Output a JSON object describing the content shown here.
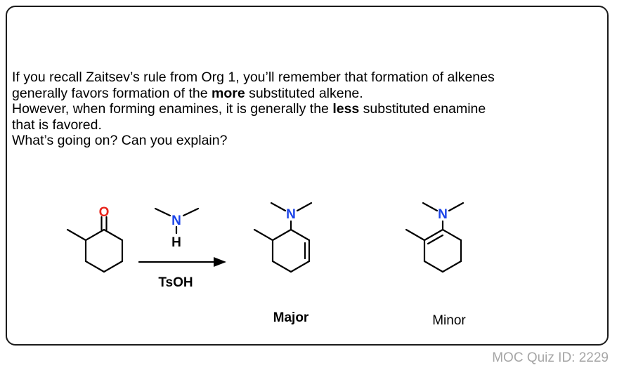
{
  "question": {
    "line1": "If you recall Zaitsev’s rule from Org 1, you’ll remember that formation of alkenes",
    "line2_pre": "generally favors formation of the ",
    "line2_bold": "more",
    "line2_post": " substituted alkene.",
    "line3_pre": "However, when forming enamines, it is generally the ",
    "line3_bold": "less",
    "line3_post": " substituted enamine",
    "line4": "that is favored.",
    "line5": "What’s going on? Can you explain?"
  },
  "scheme": {
    "atoms": {
      "oxygen": "O",
      "nitrogen": "N",
      "hydrogen": "H"
    },
    "reagent": "TsOH",
    "major_label": "Major",
    "minor_label": "Minor",
    "colors": {
      "oxygen": "#e8231a",
      "nitrogen": "#1a43e8",
      "bond": "#000000"
    }
  },
  "footer": {
    "quiz_id": "MOC Quiz ID: 2229"
  }
}
